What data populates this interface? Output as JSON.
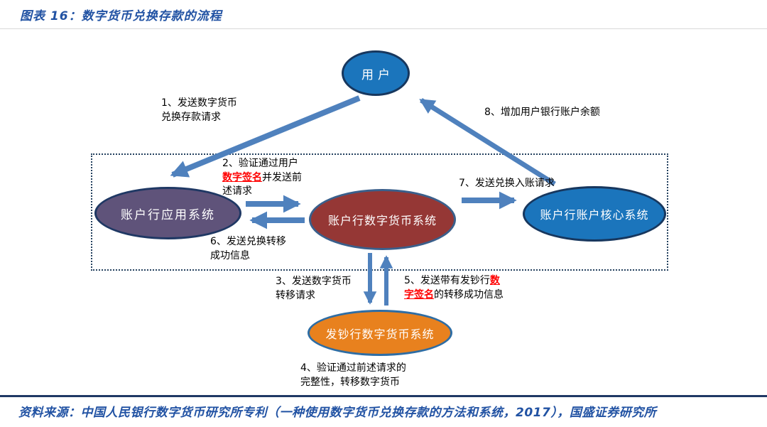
{
  "header": {
    "title": "图表 16：数字货币兑换存款的流程"
  },
  "footer": {
    "source": "资料来源：中国人民银行数字货币研究所专利（一种使用数字货币兑换存款的方法和系统，2017），国盛证券研究所"
  },
  "nodes": {
    "user": {
      "label": "用户",
      "fill": "#1B75BC"
    },
    "app": {
      "label": "账户行应用系统",
      "fill": "#5F537A"
    },
    "dc": {
      "label": "账户行数字货币系统",
      "fill": "#953735"
    },
    "core": {
      "label": "账户行账户核心系统",
      "fill": "#1B75BC"
    },
    "issuer": {
      "label": "发钞行数字货币系统",
      "fill": "#E8811E"
    }
  },
  "steps": {
    "s1": "1、发送数字货币\n兑换存款请求",
    "s2": {
      "pre": "2、验证通过用户\n",
      "red": "数字签名",
      "post": "并发送前\n述请求"
    },
    "s3": "3、发送数字货币\n转移请求",
    "s4": "4、验证通过前述请求的\n完整性，转移数字货币",
    "s5": {
      "pre": "5、发送带有发钞行",
      "red": "数\n字签名",
      "post": "的转移成功信息"
    },
    "s6": "6、发送兑换转移\n成功信息",
    "s7": "7、发送兑换入账请求",
    "s8": "8、增加用户银行账户余额"
  },
  "colors": {
    "arrow": "#4F81BD",
    "title_blue": "#2152A3",
    "highlight_red": "#FF0000",
    "node_border_navy": "#17375E",
    "footer_rule": "#1F3864"
  }
}
